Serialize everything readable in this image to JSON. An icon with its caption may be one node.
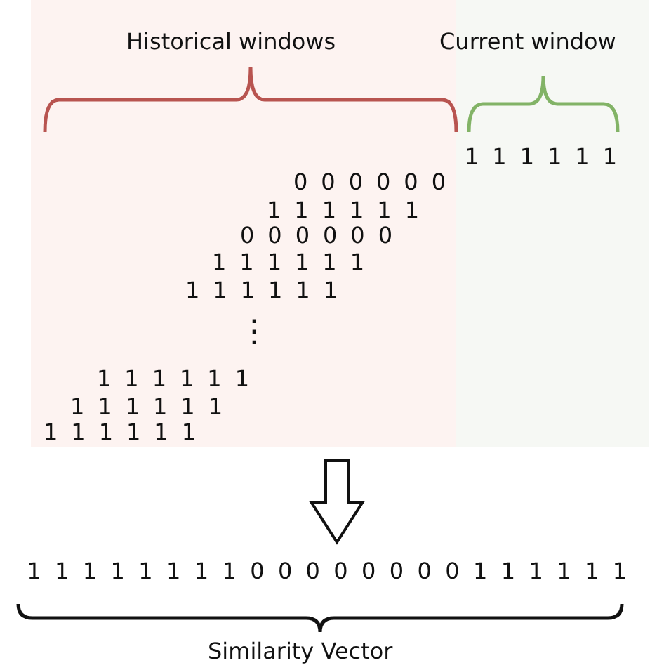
{
  "diagram": {
    "nodes": [
      {
        "text": [],
        "shape": "box"
      },
      {
        "text": [],
        "shape": "box"
      },
      {
        "text": [
          "1 1 1 1 1 1 1 1 0 0 0 0 0 0 0 0 1 1 1 1 1 1"
        ]
      }
    ],
    "edges": [
      {
        "from": 0,
        "to": 2,
        "arrow": "to"
      }
    ],
    "labels": [
      "Historical windows",
      "Current window",
      "1 1 1 1 1 1",
      "0 0 0 0 0 0",
      "1 1 1 1 1 1",
      "0 0 0 0 0 0",
      "1 1 1 1 1 1",
      "1 1 1 1 1 1",
      "⋮",
      "1 1 1 1 1 1",
      "1 1 1 1 1 1",
      "1 1 1 1 1 1",
      "Similarity Vector"
    ]
  }
}
